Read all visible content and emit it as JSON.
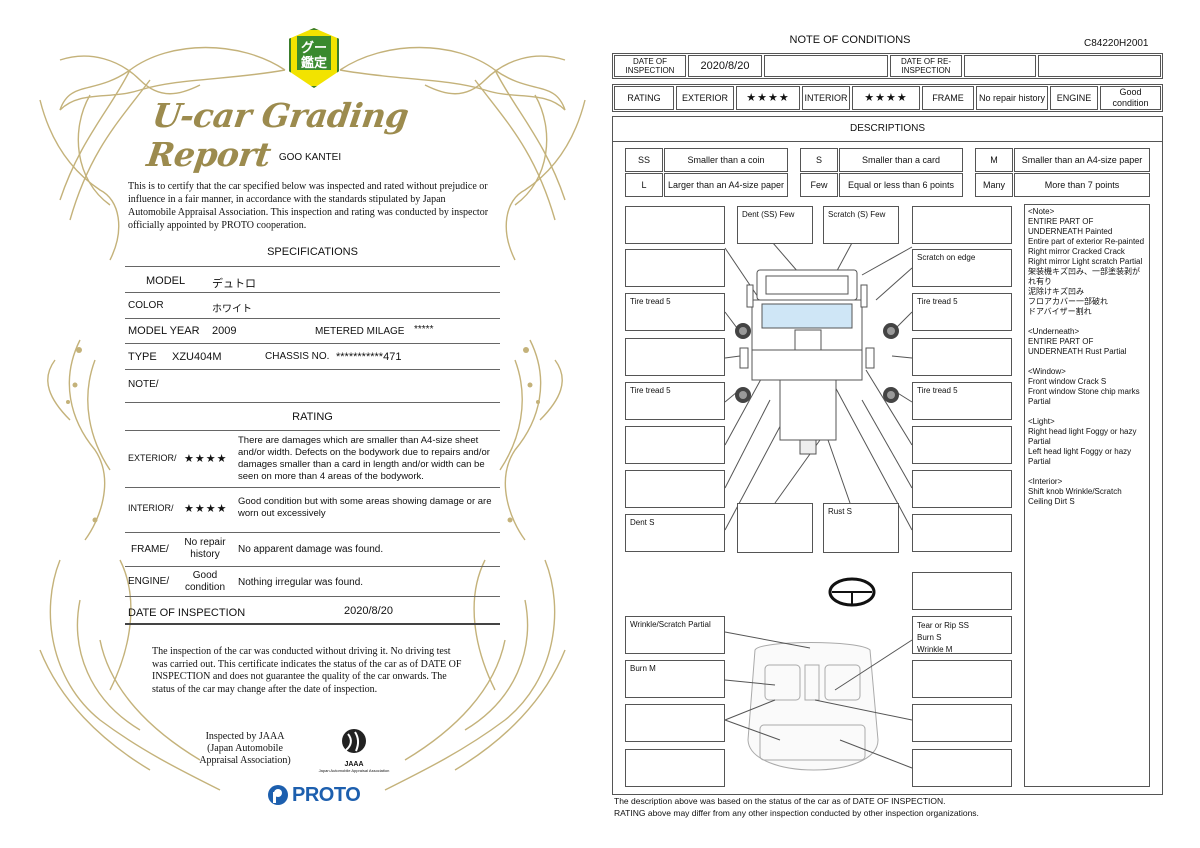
{
  "certificate": {
    "badge_text": "グー\n鑑定",
    "title": "U-car Grading Report",
    "subtitle": "GOO KANTEI",
    "intro": "This is to certify that the car specified below was inspected and rated without prejudice or influence in a fair manner, in accordance with the standards stipulated by Japan Automobile Appraisal Association. This inspection and rating was conducted by inspector officially appointed by PROTO cooperation.",
    "specifications_heading": "SPECIFICATIONS",
    "model_label": "MODEL",
    "model_value": "デュトロ",
    "color_label": "COLOR",
    "color_value": "ホワイト",
    "model_year_label": "MODEL YEAR",
    "model_year_value": "2009",
    "metered_milage_label": "METERED MILAGE",
    "metered_milage_value": "*****",
    "type_label": "TYPE",
    "type_value": "XZU404M",
    "chassis_label": "CHASSIS NO.",
    "chassis_value": "***********471",
    "note_label": "NOTE/",
    "rating_heading": "RATING",
    "exterior_label": "EXTERIOR/",
    "exterior_stars": "★★★★",
    "exterior_desc": "There are damages which are smaller than A4-size sheet and/or width. Defects on the bodywork due to repairs and/or damages smaller than a card in length and/or width can be seen on more than 4 areas of the bodywork.",
    "interior_label": "INTERIOR/",
    "interior_stars": "★★★★",
    "interior_desc": "Good condition but with some areas showing damage or are worn out excessively",
    "frame_label": "FRAME/",
    "frame_value": "No repair history",
    "frame_desc": "No apparent damage was found.",
    "engine_label": "ENGINE/",
    "engine_value": "Good condition",
    "engine_desc": "Nothing irregular was found.",
    "date_label": "DATE OF INSPECTION",
    "date_value": "2020/8/20",
    "disclaimer": "The inspection of the car was conducted without driving it. No driving test was carried out. This certificate indicates the status of the car as of DATE OF INSPECTION and does not guarantee the quality of the car onwards. The status of the car may change after the date of inspection.",
    "inspected_by": "Inspected by JAAA\n(Japan Automobile\nAppraisal Association)",
    "jaaa_logo_text": "JAAA",
    "jaaa_logo_sub": "Japan Automobile Appraisal Association",
    "proto_logo": "PROTO"
  },
  "sheet": {
    "title": "NOTE OF CONDITIONS",
    "code": "C84220H2001",
    "date_of_inspection_label": "DATE OF INSPECTION",
    "date_of_inspection_value": "2020/8/20",
    "date_reinspection_label": "DATE OF RE-INSPECTION",
    "rating_label": "RATING",
    "exterior_label": "EXTERIOR",
    "exterior_stars": "★★★★",
    "interior_label": "INTERIOR",
    "interior_stars": "★★★★",
    "frame_label": "FRAME",
    "frame_value": "No repair history",
    "engine_label": "ENGINE",
    "engine_value": "Good condition",
    "descriptions_heading": "DESCRIPTIONS",
    "legend": [
      {
        "code": "SS",
        "text": "Smaller than a coin"
      },
      {
        "code": "S",
        "text": "Smaller than a card"
      },
      {
        "code": "M",
        "text": "Smaller than an A4-size paper"
      },
      {
        "code": "L",
        "text": "Larger than an A4-size paper"
      },
      {
        "code": "Few",
        "text": "Equal or less than 6 points"
      },
      {
        "code": "Many",
        "text": "More than 7 points"
      }
    ],
    "exterior_boxes": {
      "top_mid_left": "Dent (SS)   Few",
      "top_mid_right": "Scratch (S)   Few",
      "right_2": "Scratch on edge",
      "left_3": "Tire tread   5",
      "right_3": "Tire tread   5",
      "left_5": "Tire tread   5",
      "right_5": "Tire tread   5",
      "left_8": "Dent   S",
      "bottom_mid_right": "Rust   S"
    },
    "interior_boxes": {
      "left_1": "Wrinkle/Scratch   Partial",
      "right_1": "Tear or Rip   SS\nBurn   S\nWrinkle   M",
      "left_2": "Burn   M"
    },
    "notes": "<Note>\nENTIRE PART OF UNDERNEATH   Painted\nEntire part of exterior   Re-painted\nRight mirror   Cracked   Crack\nRight mirror   Light scratch Partial\n架装機キズ凹み、一部塗装剥がれ有り\n泥除けキズ凹み\nフロアカバー一部破れ\nドアバイザー割れ\n\n<Underneath>\nENTIRE PART OF UNDERNEATH   Rust   Partial\n\n<Window>\nFront window   Crack   S\nFront window   Stone chip marks   Partial\n\n<Light>\nRight head light   Foggy or hazy Partial\nLeft head light   Foggy or hazy Partial\n\n<Interior>\nShift knob   Wrinkle/Scratch\nCeiling   Dirt   S",
    "footer_1": "The description above was based on the status of the car as of   DATE OF INSPECTION.",
    "footer_2": "RATING above may differ from any other inspection conducted by other inspection organizations."
  },
  "colors": {
    "gold": "#b8a468",
    "badge_green": "#3a8a2e",
    "badge_yellow": "#f2e300",
    "proto_blue": "#1d5fae",
    "glass_blue": "#cfe6f6"
  }
}
